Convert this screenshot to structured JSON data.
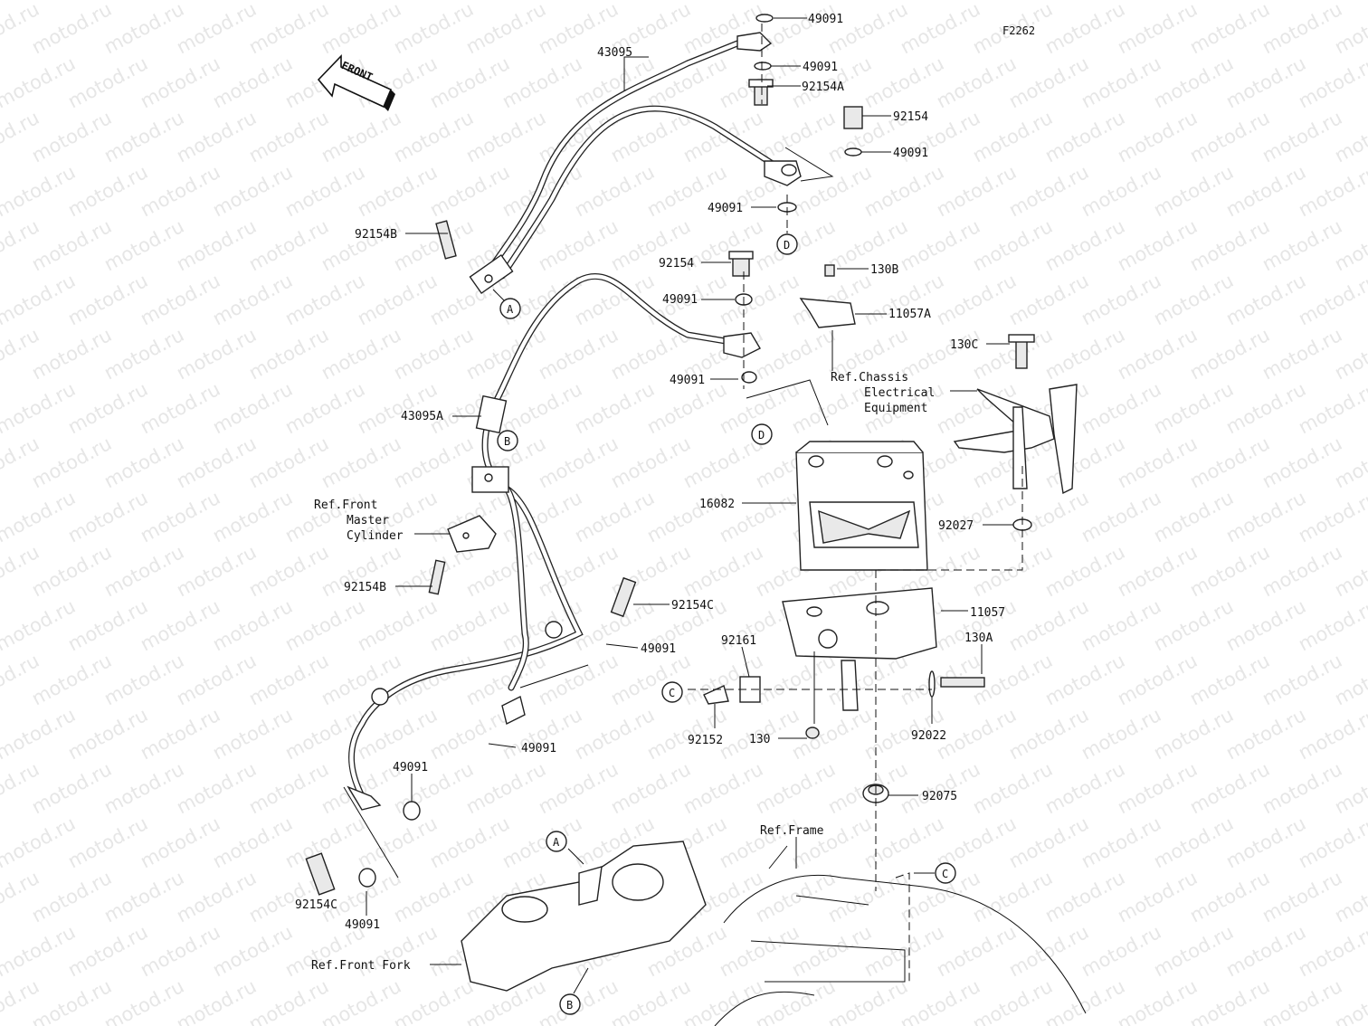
{
  "diagram_code": "F2262",
  "front_arrow_text": "FRONT",
  "watermark_text": "motod.ru",
  "parts": {
    "p49091_a": "49091",
    "p49091_b": "49091",
    "p92154a": "92154A",
    "p92154_top": "92154",
    "p49091_c": "49091",
    "p43095": "43095",
    "p49091_d": "49091",
    "p92154b_top": "92154B",
    "p92154_mid": "92154",
    "p49091_e": "49091",
    "p49091_f": "49091",
    "p130b": "130B",
    "p11057a": "11057A",
    "p130c": "130C",
    "p43095a": "43095A",
    "p16082": "16082",
    "p92027": "92027",
    "p92154b_bot": "92154B",
    "p92154c_top": "92154C",
    "p49091_g": "49091",
    "p11057": "11057",
    "p92161": "92161",
    "p130a": "130A",
    "p49091_h": "49091",
    "p92152": "92152",
    "p130": "130",
    "p92022": "92022",
    "p49091_i": "49091",
    "p92075": "92075",
    "p92154c_bot": "92154C",
    "p49091_j": "49091"
  },
  "refs": {
    "chassis_1": "Ref.Chassis",
    "chassis_2": "Electrical",
    "chassis_3": "Equipment",
    "master_1": "Ref.Front",
    "master_2": "Master",
    "master_3": "Cylinder",
    "frame": "Ref.Frame",
    "fork": "Ref.Front Fork"
  },
  "callouts": {
    "a_top": "A",
    "a_bot": "A",
    "b_top": "B",
    "b_bot": "B",
    "c_left": "C",
    "c_right": "C",
    "d_top": "D",
    "d_mid": "D"
  }
}
